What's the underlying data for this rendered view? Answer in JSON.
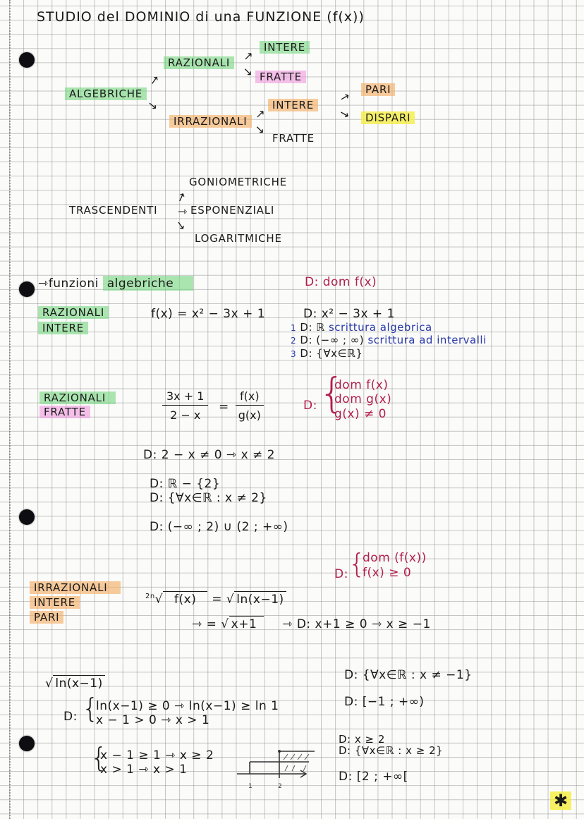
{
  "title": "STUDIO del DOMINIO di una FUNZIONE (f(x))",
  "classification": {
    "algebriche": "ALGEBRICHE",
    "razionali": "RAZIONALI",
    "razionali_intere": "intere",
    "razionali_fratte": "fratte",
    "irrazionali": "IRRAZIONALI",
    "irrazionali_intere": "intere",
    "irrazionali_fratte": "fratte",
    "pari": "pari",
    "dispari": "dispari",
    "trascendenti": "TRASCENDENTI",
    "goniometriche": "GONIOMETRICHE",
    "esponenziali": "ESPONENZIALI",
    "logaritmiche": "LOGARITMICHE"
  },
  "section_algebriche": {
    "arrow": "⇾",
    "label_prefix": "funzioni",
    "label_highlight": "algebriche",
    "domain_def": "D: dom f(x)"
  },
  "razionali_intere": {
    "tag_line1": "RAZIONALI",
    "tag_line2": "INTERE",
    "function": "f(x) = x² − 3x + 1",
    "domain_expr": "D: x² − 3x + 1",
    "notations": [
      {
        "num": "1",
        "expr": "D: ℝ",
        "note": "scrittura algebrica"
      },
      {
        "num": "2",
        "expr": "D: (−∞ ; ∞)",
        "note": "scrittura ad intervalli"
      },
      {
        "num": "3",
        "expr": "D: {∀x∈ℝ}",
        "note": ""
      }
    ]
  },
  "razionali_fratte": {
    "tag_line1": "RAZIONALI",
    "tag_line2": "FRATTE",
    "frac1_num": "3x + 1",
    "frac1_den": "2 − x",
    "equals": "=",
    "frac2_num": "f(x)",
    "frac2_den": "g(x)",
    "domain_label": "D:",
    "conditions": [
      "dom f(x)",
      "dom g(x)",
      "g(x) ≠ 0"
    ],
    "steps": [
      "D: 2 − x ≠ 0 ⇾ x ≠ 2",
      "D: ℝ − {2}",
      "D: {∀x∈ℝ : x ≠ 2}",
      "D: (−∞ ; 2) ∪ (2 ; +∞)"
    ]
  },
  "irrazionali_intere_pari": {
    "tag_line1": "IRRAZIONALI",
    "tag_line2": "INTERE",
    "tag_line3": "pari",
    "root_index": "2n",
    "radicand": "f(x)",
    "equals_ln": "=",
    "ln_radicand": "ln(x−1)",
    "example_arrow": "⇾ =",
    "example_radicand": "x+1",
    "example_result": "⇾ D: x+1 ≥ 0 ⇾ x ≥ −1",
    "domain_label": "D:",
    "conditions": [
      "dom (f(x))",
      "f(x) ≥ 0"
    ],
    "results": [
      "D: {∀x∈ℝ : x ≠ −1}",
      "D: [−1 ; +∞)"
    ]
  },
  "log_example": {
    "radicand": "ln(x−1)",
    "domain_label": "D:",
    "system1": [
      "ln(x−1) ≥ 0 ⇾ ln(x−1) ≥ ln 1",
      "x − 1 > 0 ⇾ x > 1"
    ],
    "system2": [
      "x − 1 ≥ 1 ⇾ x ≥ 2",
      "x > 1 ⇾ x > 1"
    ],
    "graph_ticks": [
      "1",
      "2"
    ],
    "results": [
      "D: x ≥ 2",
      "D: {∀x∈ℝ : x ≥ 2}",
      "D: [2 ; +∞["
    ]
  },
  "star": "✱",
  "colors": {
    "green_highlight": "#78d782",
    "pink_highlight": "#f0a0e1",
    "orange_highlight": "#f5af69",
    "yellow_highlight": "#f5ee46",
    "red_ink": "#b21f4c",
    "blue_ink": "#2a3aa8"
  }
}
